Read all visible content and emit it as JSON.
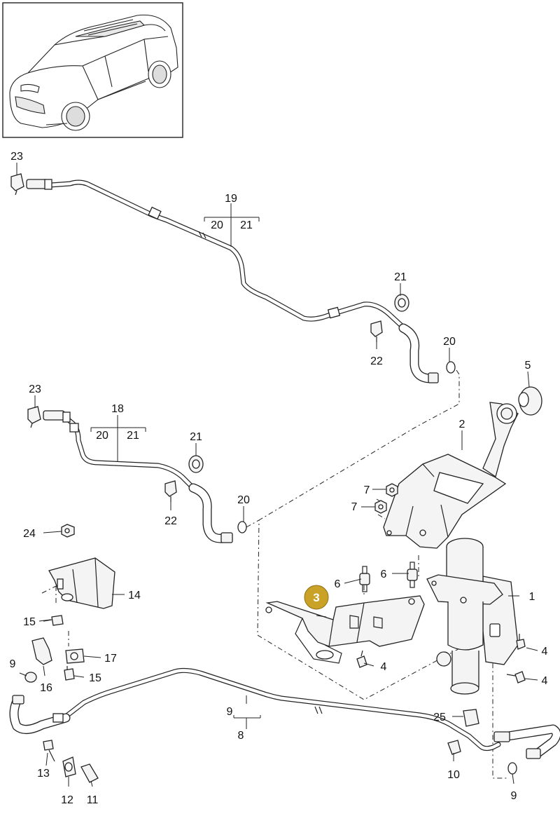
{
  "diagram": {
    "callouts": {
      "c1": "1",
      "c2": "2",
      "c3": "3",
      "c4a": "4",
      "c4b": "4",
      "c4c": "4",
      "c5": "5",
      "c6a": "6",
      "c6b": "6",
      "c7a": "7",
      "c7b": "7",
      "c8": "8",
      "c9a": "9",
      "c9b": "9",
      "c9c": "9",
      "c10": "10",
      "c11": "11",
      "c12": "12",
      "c13": "13",
      "c14": "14",
      "c15a": "15",
      "c15b": "15",
      "c16": "16",
      "c17": "17",
      "c18": "18",
      "c18_20": "20",
      "c18_21": "21",
      "c19": "19",
      "c19_20": "20",
      "c19_21": "21",
      "c20a": "20",
      "c20b": "20",
      "c21a": "21",
      "c21b": "21",
      "c22a": "22",
      "c22b": "22",
      "c23a": "23",
      "c23b": "23",
      "c24": "24",
      "c25": "25"
    },
    "highlight_color": "#c9a227",
    "line_color": "#222222"
  }
}
